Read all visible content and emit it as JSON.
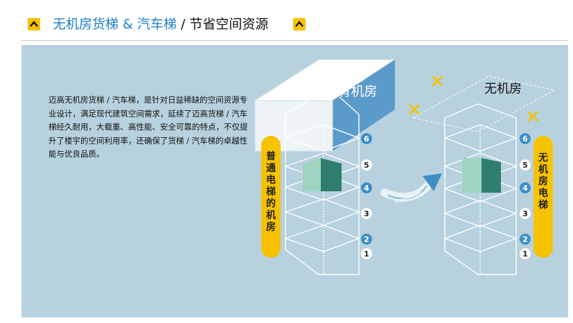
{
  "header": {
    "title_part1": "无机房货梯 & 汽车梯",
    "title_sep": " / ",
    "title_part2": "节省空间资源"
  },
  "body": {
    "paragraph": "迈高无机房货梯 / 汽车梯，是针对日益稀缺的空间资源专业设计，满足现代建筑空间需求，延续了迈高货梯 / 汽车梯经久耐用，大载重、高性能、安全可靠的特点，不仅提升了楼宇的空间利用率，还确保了货梯 / 汽车梯的卓越性能与优良品质。"
  },
  "diagram": {
    "left_box_label": "有机房",
    "right_box_label": "无机房",
    "left_side_label": "普通电梯的机房",
    "right_side_label": "无机房电梯",
    "arrow_label": "节省空间利用率",
    "floors": [
      "1",
      "2",
      "3",
      "4",
      "5",
      "6"
    ]
  },
  "colors": {
    "accent_yellow": "#f7c200",
    "title_blue": "#1e7fc3",
    "panel_bg": "#b7d2de",
    "room_blue": "#5b9bcb",
    "cross_yellow": "#f1c40f",
    "car_front": "#9fd4c0",
    "car_side": "#2e7d6e"
  }
}
